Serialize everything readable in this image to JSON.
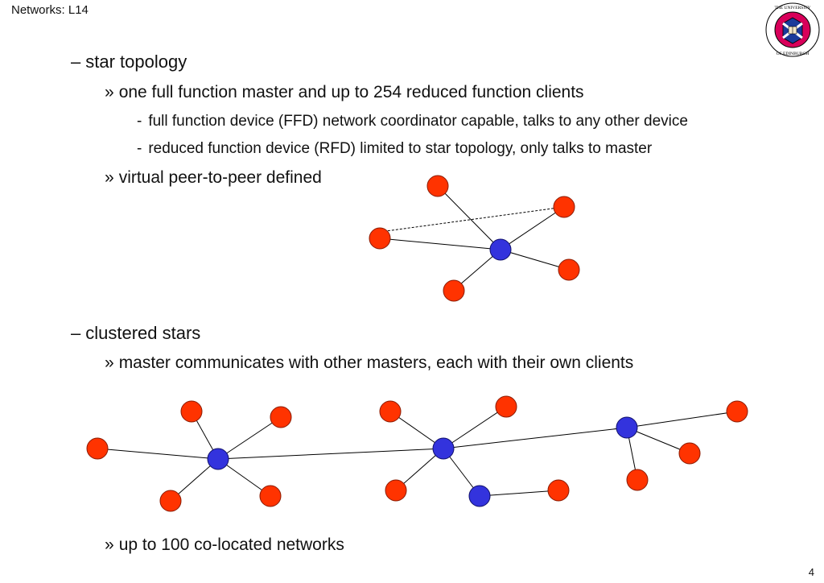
{
  "header": {
    "title": "Networks: L14"
  },
  "footer": {
    "page_number": "4"
  },
  "logo": {
    "text": "THE UNIVERSITY OF EDINBURGH"
  },
  "colors": {
    "client": "#ff3300",
    "master": "#3333dd"
  },
  "sections": {
    "star": {
      "heading_marker": "–",
      "heading": "star topology",
      "sub1_marker": "»",
      "sub1": "one full function master and up to 254 reduced function clients",
      "detail_marker": "-",
      "details": [
        "full function device (FFD) network coordinator capable, talks to any other device",
        "reduced function device (RFD) limited to star topology, only talks to master"
      ],
      "sub2_marker": "»",
      "sub2": "virtual peer-to-peer defined"
    },
    "clustered": {
      "heading_marker": "–",
      "heading": "clustered stars",
      "sub1_marker": "»",
      "sub1": "master communicates with other masters, each with their own clients",
      "sub2_marker": "»",
      "sub2": "up to 100 co-located networks"
    }
  }
}
